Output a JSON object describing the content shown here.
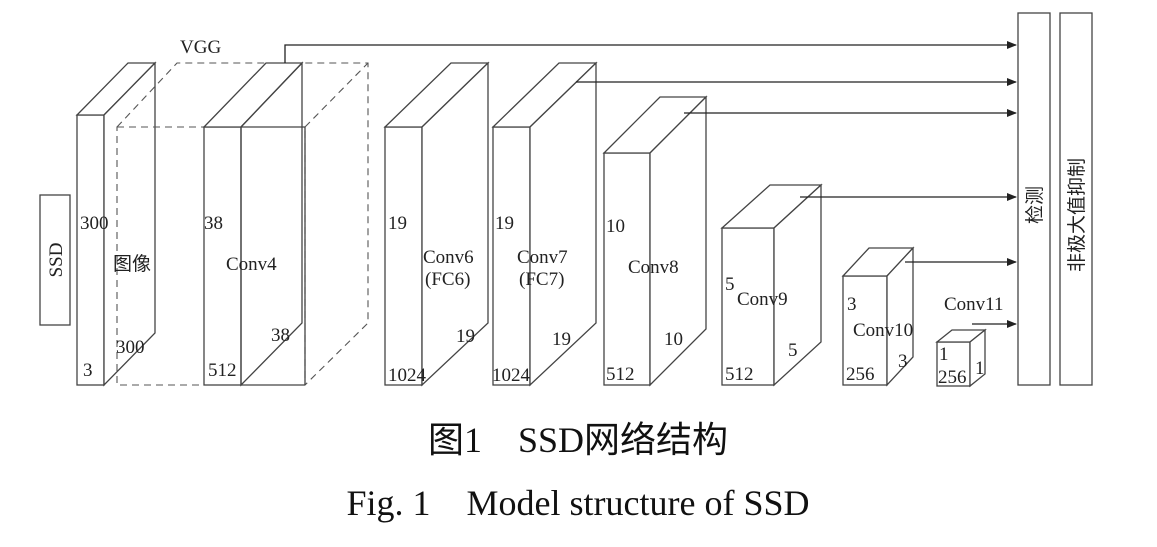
{
  "labels": {
    "ssd": "SSD",
    "vgg": "VGG",
    "image": "图像",
    "image_w": "300",
    "image_h": "300",
    "image_c": "3",
    "conv4": "Conv4",
    "conv4_w": "38",
    "conv4_h": "38",
    "conv4_c": "512",
    "conv6_a": "Conv6",
    "conv6_b": "(FC6)",
    "conv6_w": "19",
    "conv6_h": "19",
    "conv6_c": "1024",
    "conv7_a": "Conv7",
    "conv7_b": "(FC7)",
    "conv7_w": "19",
    "conv7_h": "19",
    "conv7_c": "1024",
    "conv8": "Conv8",
    "conv8_w": "10",
    "conv8_h": "10",
    "conv8_c": "512",
    "conv9": "Conv9",
    "conv9_w": "5",
    "conv9_h": "5",
    "conv9_c": "512",
    "conv10": "Conv10",
    "conv10_w": "3",
    "conv10_h": "3",
    "conv10_c": "256",
    "conv11": "Conv11",
    "conv11_w": "1",
    "conv11_h": "1",
    "conv11_c": "256",
    "detect": "检测",
    "nms": "非极大值抑制"
  },
  "caption": {
    "cn": "图1　SSD网络结构",
    "en": "Fig. 1　Model structure of SSD"
  }
}
